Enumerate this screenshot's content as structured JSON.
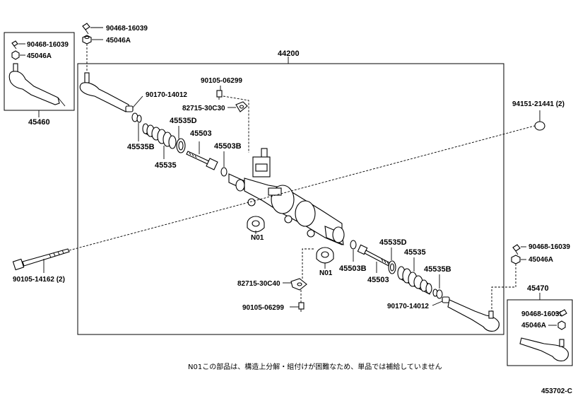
{
  "labels": {
    "top_bolt": "90468-16039",
    "top_nut": "45046A",
    "main_assy": "44200",
    "left_box_bolt": "90468-16039",
    "left_box_nut": "45046A",
    "left_box_part": "45460",
    "boot_clamp_left": "90170-14012",
    "bracket_bolt_top": "90105-06299",
    "bracket_top": "82715-30C30",
    "boot_band_left": "45535D",
    "boot_left_a": "45535B",
    "boot_left": "45535",
    "tie_rod_left": "45503",
    "tie_rod_left_b": "45503B",
    "grommet_right": "94151-21441 (2)",
    "long_bolt": "90105-14162 (2)",
    "no1_left": "N01",
    "no1_right": "N01",
    "boot_band_right": "45535D",
    "boot_right": "45535",
    "boot_right_b": "45535B",
    "tie_rod_right_b": "45503B",
    "tie_rod_right": "45503",
    "bracket_bottom": "82715-30C40",
    "bracket_bolt_bottom": "90105-06299",
    "boot_clamp_right": "90170-14012",
    "right_bolt": "90468-16039",
    "right_nut": "45046A",
    "right_box_part": "45470",
    "right_box_bolt": "90468-16039",
    "right_box_nut": "45046A"
  },
  "footnote": "N01この部品は、構造上分解・組付けが困難なため、単品では補給していません",
  "figure_id": "453702-C"
}
